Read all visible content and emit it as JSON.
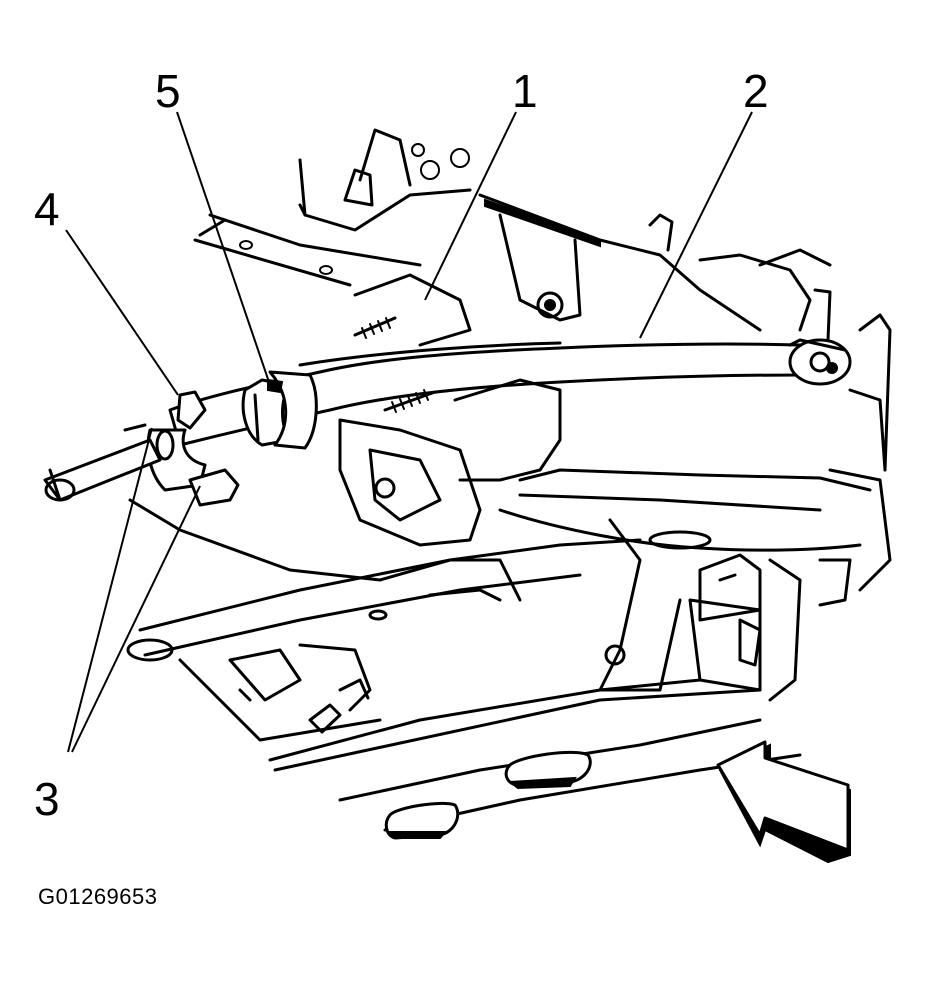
{
  "figure_id": "G01269653",
  "callouts": [
    {
      "id": "1",
      "text": "1"
    },
    {
      "id": "2",
      "text": "2"
    },
    {
      "id": "3",
      "text": "3"
    },
    {
      "id": "4",
      "text": "4"
    },
    {
      "id": "5",
      "text": "5"
    }
  ],
  "colors": {
    "ink": "#000000",
    "background": "#ffffff"
  }
}
